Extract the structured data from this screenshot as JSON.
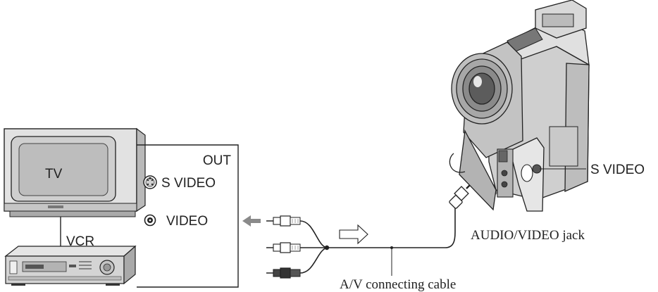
{
  "labels": {
    "tv": "TV",
    "vcr": "VCR",
    "out": "OUT",
    "s_video_out": "S VIDEO",
    "video_out": "VIDEO",
    "s_video_camera": "S VIDEO",
    "av_jack": "AUDIO/VIDEO jack",
    "av_cable": "A/V connecting cable"
  },
  "colors": {
    "line": "#222222",
    "device_fill": "#d9d9d9",
    "device_dark": "#8c8c8c",
    "arrow_grey": "#8a8a8a"
  },
  "icons": [
    "s-video-jack-icon",
    "video-jack-icon",
    "direction-arrow-icon"
  ]
}
